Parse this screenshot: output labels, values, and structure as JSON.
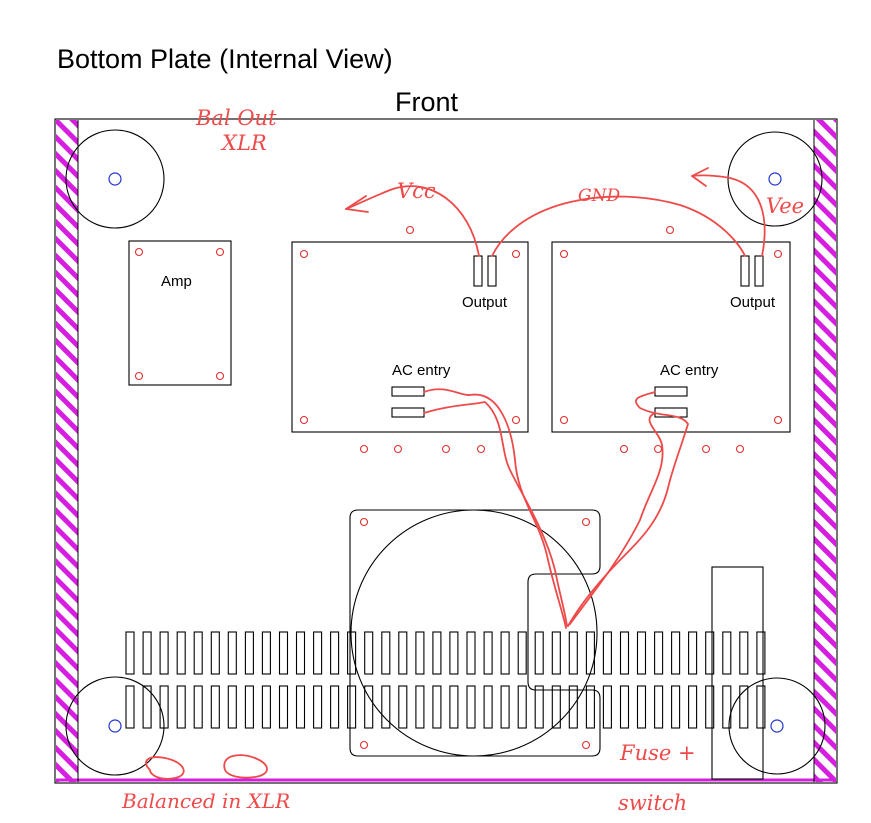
{
  "title": "Bottom Plate (Internal View)",
  "front_label": "Front",
  "amp_label": "Amp",
  "psu_left": {
    "output_label": "Output",
    "ac_label": "AC entry"
  },
  "psu_right": {
    "output_label": "Output",
    "ac_label": "AC entry"
  },
  "annotations": {
    "bal_out": "Bal Out",
    "xlr_top": "XLR",
    "vcc": "Vcc",
    "gnd": "GND",
    "vee": "Vee",
    "balanced_in": "Balanced in XLR",
    "fuse": "Fuse +",
    "switch": "switch"
  },
  "colors": {
    "outline": "#000000",
    "mounting_holes": "#e03030",
    "corner_bolts": "#2035d0",
    "side_hatching": "#d61ee0",
    "hand_annotations": "#ee4a4a"
  },
  "vent_slots": {
    "columns": 38
  }
}
